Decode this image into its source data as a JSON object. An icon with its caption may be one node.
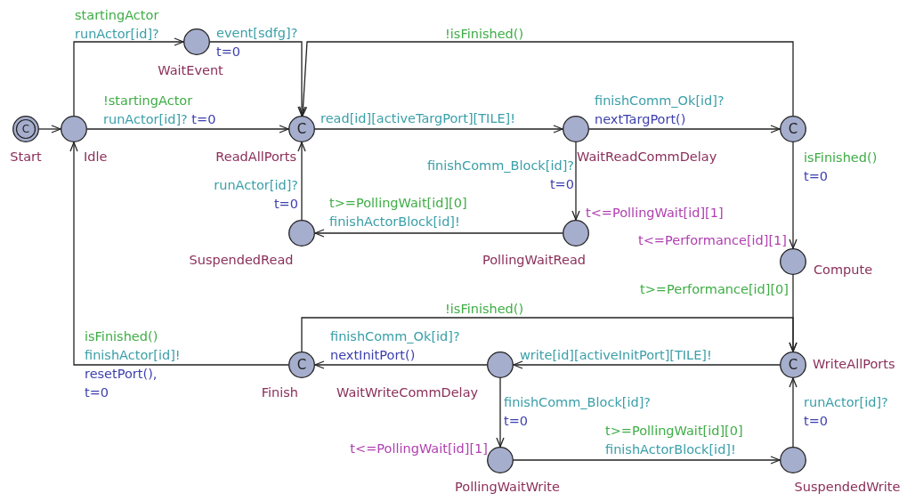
{
  "diagram": {
    "nodes": [
      {
        "text": [
          "C"
        ],
        "beside": [
          "Start"
        ]
      },
      {
        "text": [],
        "shape": "circle",
        "beside": [
          "Idle"
        ]
      },
      {
        "text": [],
        "shape": "circle",
        "beside": [
          "WaitEvent"
        ]
      },
      {
        "text": [
          "C"
        ],
        "beside": [
          "ReadAllPorts"
        ]
      },
      {
        "text": [],
        "shape": "circle",
        "beside": [
          "WaitReadCommDelay"
        ]
      },
      {
        "text": [
          "C"
        ]
      },
      {
        "text": [],
        "shape": "circle",
        "beside": [
          "SuspendedRead"
        ]
      },
      {
        "text": [],
        "shape": "circle",
        "beside": [
          "t<=PollingWait[id][1]",
          "PollingWaitRead"
        ]
      },
      {
        "text": [],
        "shape": "circle",
        "beside": [
          "t<=Performance[id][1]",
          "Compute"
        ]
      },
      {
        "text": [
          "C"
        ],
        "beside": [
          "WriteAllPorts"
        ]
      },
      {
        "text": [],
        "shape": "circle",
        "beside": [
          "WaitWriteCommDelay"
        ]
      },
      {
        "text": [
          "C"
        ],
        "beside": [
          "Finish"
        ]
      },
      {
        "text": [],
        "shape": "circle",
        "beside": [
          "t<=PollingWait[id][1]",
          "PollingWaitWrite"
        ]
      },
      {
        "text": [],
        "shape": "circle",
        "beside": [
          "SuspendedWrite"
        ]
      }
    ],
    "edges": [
      {
        "from": 0,
        "to": 1,
        "arrow": "to"
      },
      {
        "from": 1,
        "to": 2,
        "arrow": "to",
        "label": "startingActor runActor[id]?"
      },
      {
        "from": 2,
        "to": 3,
        "arrow": "to",
        "label": "event[sdfg]? t=0"
      },
      {
        "from": 1,
        "to": 3,
        "arrow": "to",
        "label": "!startingActor runActor[id]? t=0"
      },
      {
        "from": 5,
        "to": 3,
        "arrow": "to",
        "label": "!isFinished()"
      },
      {
        "from": 3,
        "to": 4,
        "arrow": "to",
        "label": "read[id][activeTargPort][TILE]!"
      },
      {
        "from": 4,
        "to": 5,
        "arrow": "to",
        "label": "finishComm_Ok[id]? nextTargPort()"
      },
      {
        "from": 4,
        "to": 7,
        "arrow": "to",
        "label": "finishComm_Block[id]? t=0"
      },
      {
        "from": 7,
        "to": 6,
        "arrow": "to",
        "label": "t>=PollingWait[id][0] finishActorBlock[id]!"
      },
      {
        "from": 6,
        "to": 3,
        "arrow": "to",
        "label": "runActor[id]? t=0"
      },
      {
        "from": 5,
        "to": 8,
        "arrow": "to",
        "label": "isFinished() t=0"
      },
      {
        "from": 8,
        "to": 9,
        "arrow": "to",
        "label": "t>=Performance[id][0]"
      },
      {
        "from": 11,
        "to": 9,
        "arrow": "to",
        "label": "!isFinished()"
      },
      {
        "from": 9,
        "to": 10,
        "arrow": "to",
        "label": "write[id][activeInitPort][TILE]!"
      },
      {
        "from": 10,
        "to": 11,
        "arrow": "to",
        "label": "finishComm_Ok[id]? nextInitPort()"
      },
      {
        "from": 10,
        "to": 12,
        "arrow": "to",
        "label": "finishComm_Block[id]? t=0"
      },
      {
        "from": 12,
        "to": 13,
        "arrow": "to",
        "label": "t>=PollingWait[id][0] finishActorBlock[id]!"
      },
      {
        "from": 13,
        "to": 9,
        "arrow": "to",
        "label": "runActor[id]? t=0"
      },
      {
        "from": 11,
        "to": 1,
        "arrow": "to",
        "label": "isFinished() finishActor[id]! resetPort(), t=0"
      }
    ]
  }
}
